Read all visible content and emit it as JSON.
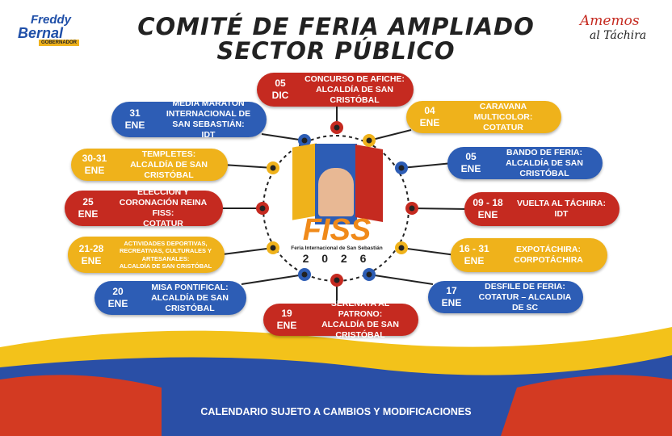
{
  "header": {
    "title_line1": "COMITÉ DE FERIA AMPLIADO",
    "title_line2": "SECTOR PÚBLICO",
    "logo_left": {
      "line1": "Freddy",
      "line2": "Bernal",
      "line3": "GOBERNADOR"
    },
    "logo_right": {
      "line1": "Amemos",
      "line2": "al Táchira"
    }
  },
  "center_logo": {
    "name": "FISS",
    "subtitle": "Feria Internacional de San Sebastián",
    "year": "2 0 2 6"
  },
  "events": [
    {
      "date1": "05",
      "date2": "DIC",
      "title": "CONCURSO DE AFICHE:",
      "org": "ALCALDÍA DE SAN CRISTÓBAL",
      "color": "red"
    },
    {
      "date1": "31",
      "date2": "ENE",
      "title": "MEDIA MARATÓN INTERNACIONAL DE SAN SEBASTIÁN:",
      "org": "IDT",
      "color": "blue"
    },
    {
      "date1": "30-31",
      "date2": "ENE",
      "title": "TEMPLETES:",
      "org": "ALCALDÍA DE SAN CRISTÓBAL",
      "color": "yellow"
    },
    {
      "date1": "25",
      "date2": "ENE",
      "title": "ELECCIÓN Y CORONACIÓN REINA FISS:",
      "org": "COTATUR",
      "color": "red"
    },
    {
      "date1": "21-28",
      "date2": "ENE",
      "title": "ACTIVIDADES DEPORTIVAS, RECREATIVAS, CULTURALES Y ARTESANALES:",
      "org": "ALCALDÍA DE SAN CRISTÓBAL",
      "color": "yellow"
    },
    {
      "date1": "20",
      "date2": "ENE",
      "title": "MISA PONTIFICAL:",
      "org": "ALCALDÍA DE SAN CRISTÓBAL",
      "color": "blue"
    },
    {
      "date1": "19",
      "date2": "ENE",
      "title": "SERENATA AL PATRONO:",
      "org": "ALCALDÍA DE SAN CRISTÓBAL",
      "color": "red"
    },
    {
      "date1": "04",
      "date2": "ENE",
      "title": "CARAVANA MULTICOLOR:",
      "org": "COTATUR",
      "color": "yellow"
    },
    {
      "date1": "05",
      "date2": "ENE",
      "title": "BANDO DE FERIA:",
      "org": "ALCALDÍA DE SAN CRISTÓBAL",
      "color": "blue"
    },
    {
      "date1": "09 - 18",
      "date2": "ENE",
      "title": "VUELTA AL TÁCHIRA:",
      "org": "IDT",
      "color": "red"
    },
    {
      "date1": "16 - 31",
      "date2": "ENE",
      "title": "EXPOTÁCHIRA:",
      "org": "CORPOTÁCHIRA",
      "color": "yellow"
    },
    {
      "date1": "17",
      "date2": "ENE",
      "title": "DESFILE DE FERIA:",
      "org": "COTATUR – ALCALDIA DE SC",
      "color": "blue"
    }
  ],
  "footer": "CALENDARIO SUJETO A CAMBIOS Y MODIFICACIONES",
  "colors": {
    "red": "#c52a20",
    "blue": "#2d5db5",
    "yellow": "#efb21b"
  }
}
